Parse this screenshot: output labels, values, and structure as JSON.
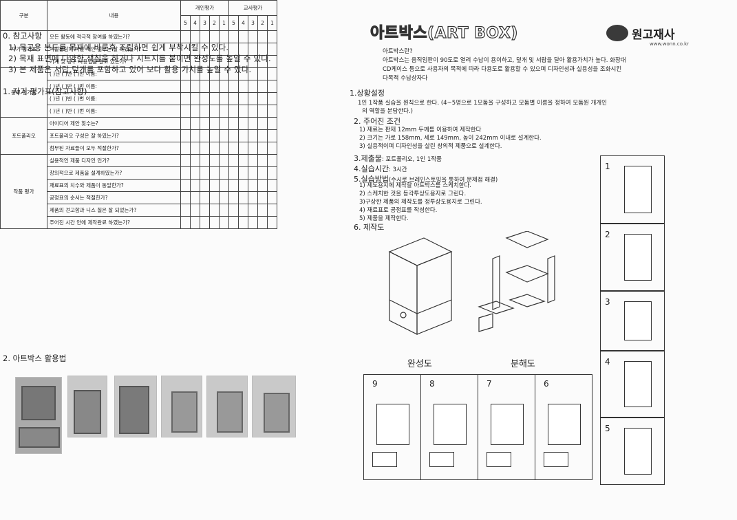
{
  "notes": {
    "heading": "0. 참고사항",
    "lines": [
      "1) 목공용 본드를 목재에 바른후 조립하면 쉽게 부착시킬 수 있다.",
      "2) 목재 표면에 다양한 색칠을 하거나 시트지를 붙이면 완성도를 높일 수 있다.",
      "3) 본 제품은 서랍,덮개를 포함하고 있어 보다 활용 가치를 높일 수 있다."
    ]
  },
  "self_eval": {
    "heading": "1. 자기 평가표(참고사항)",
    "col_category": "구분",
    "col_content": "내용",
    "col_personal": "개인평가",
    "col_teacher": "교사평가",
    "scores": [
      "5",
      "4",
      "3",
      "2",
      "1"
    ],
    "groups": [
      {
        "category": "자기 평가표",
        "rows": [
          "모든 활동에 적극적 참여를 하였는가?",
          "역할분담에 따른 개인 임무는 잘 하였는가?",
          "기계 및 공구 사용법을 알고 있는가?"
        ]
      },
      {
        "category": "동료 평가표",
        "rows": [
          "(    )년  (    )반  (    )번      이름:",
          "(    )년  (    )반  (    )번      이름:",
          "(    )년  (    )반  (    )번      이름:",
          "(    )년  (    )반  (    )번      이름:"
        ]
      },
      {
        "category": "포트폴리오",
        "rows": [
          "아이디어 제안 횟수는?",
          "포트폴리오 구성은 잘 하였는가?",
          "첨부된 자료들이 모두 적절한가?"
        ]
      },
      {
        "category": "작품 평가",
        "rows": [
          "실용적인 제품 디자인 인가?",
          "창의적으로 제품을 설계하였는가?",
          "재료표의 치수와 제품이 동일한가?",
          "공정표의 순서는 적절한가?",
          "제품의 견고함과 니스 칠은 잘 되었는가?",
          "주어진 시간 안에 제작완료 하였는가?"
        ]
      }
    ]
  },
  "usage": {
    "heading": "2. 아트박스 활용법"
  },
  "header": {
    "title": "아트박스(ART BOX)",
    "logo_text": "원고재사",
    "logo_url": "www.wonn.co.kr"
  },
  "intro": {
    "question": "아트박스란?",
    "lines": [
      "아트박스는 음직임판이 90도로 열려 수납이 용이하고, 덮개 및 서랍을 달아 활용가치가 높다. 화장대",
      "CD케이스 등으로 사용자의 목적에 따라 다용도로 활용할 수 있으며 디자인성과 실용성을 조화시킨",
      "다목적 수납상자다"
    ]
  },
  "sections": {
    "s1_title": "1.상황설정",
    "s1_lines": [
      "1인 1작품 실습을 원칙으로 한다. (4~5명으로 1모둠을 구성하고 모둠별 이름을 정하여 모둠원 개개인",
      "의 역할을 분담한다.)"
    ],
    "s2_title": "2. 주어진 조건",
    "s2_lines": [
      "1) 재료는 판재 12mm 두께를 이용하여 제작한다",
      "2) 크기는 가로 158mm, 세로 149mm, 높이 242mm 이내로 설계한다.",
      "3) 실용적이며 디자인성을 살린 창의적 제품으로 설계한다."
    ],
    "s3_title": "3.제출물",
    "s3_value": ": 포트폴리오, 1인 1작품",
    "s4_title": "4.실습시간",
    "s4_value": ": 3시간",
    "s5_title": "5.실습방법",
    "s5_note": "(수시로 브레인스토밍을 통하여 문제점 해결)",
    "s5_lines": [
      "1) 제도용지에 제작할 아트박스를 스케치한다.",
      "2) 스케치한 것을 등각투상도용지로 그린다.",
      "3)구상한 제품의 제작도를 정투상도용지로 그린다.",
      "4) 재료표로 공정표를 작성한다.",
      "5) 제품을 제작한다."
    ],
    "s6_title": "6. 제작도"
  },
  "diagram": {
    "label_complete": "완성도",
    "label_exploded": "분해도",
    "steps_right": [
      "1",
      "2",
      "3",
      "4",
      "5"
    ],
    "steps_bottom": [
      "9",
      "8",
      "7",
      "6"
    ]
  }
}
